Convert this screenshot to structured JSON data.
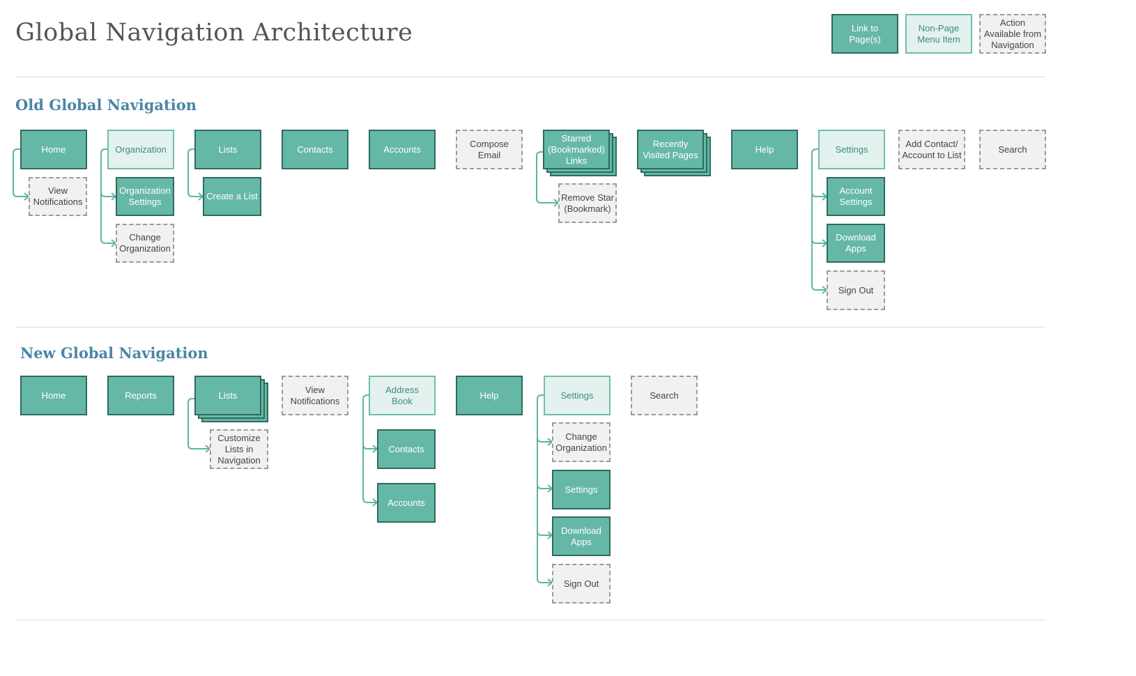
{
  "title": "Global Navigation Architecture",
  "legend": {
    "link": "Link to\nPage(s)",
    "menu": "Non-Page\nMenu Item",
    "action": "Action\nAvailable from\nNavigation"
  },
  "old_nav": {
    "title": "Old Global Navigation",
    "home": "Home",
    "view_notifications": "View\nNotifications",
    "organization": "Organization",
    "organization_settings": "Organization\nSettings",
    "change_organization": "Change\nOrganization",
    "lists": "Lists",
    "create_list": "Create a List",
    "contacts": "Contacts",
    "accounts": "Accounts",
    "compose_email": "Compose\nEmail",
    "starred_links": "Starred\n(Bookmarked)\nLinks",
    "remove_star": "Remove Star\n(Bookmark)",
    "recently_visited": "Recently\nVisited Pages",
    "help": "Help",
    "settings": "Settings",
    "account_settings": "Account\nSettings",
    "download_apps": "Download\nApps",
    "sign_out": "Sign Out",
    "add_contact": "Add Contact/\nAccount to List",
    "search": "Search"
  },
  "new_nav": {
    "title": "New Global Navigation",
    "home": "Home",
    "reports": "Reports",
    "lists": "Lists",
    "customize_lists": "Customize\nLists in\nNavigation",
    "view_notifications": "View\nNotifications",
    "address_book": "Address\nBook",
    "contacts": "Contacts",
    "accounts": "Accounts",
    "help": "Help",
    "settings": "Settings",
    "change_organization": "Change\nOrganization",
    "settings_child": "Settings",
    "download_apps": "Download\nApps",
    "sign_out": "Sign Out",
    "search": "Search"
  },
  "colors": {
    "link_fill": "#66b8a6",
    "link_border": "#2d6b5e",
    "menu_fill": "#e3f2ee",
    "menu_border": "#6bbfad",
    "action_fill": "#f1f1ef",
    "action_border": "#9a9a9a",
    "connector": "#5cb5a2",
    "section_title": "#4a86a6"
  }
}
